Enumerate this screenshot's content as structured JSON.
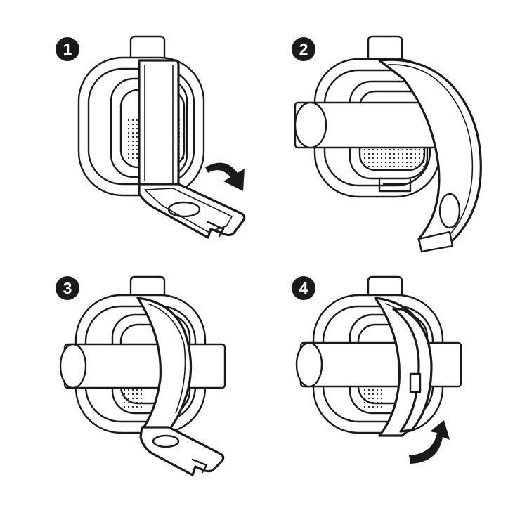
{
  "steps": [
    {
      "number": "1"
    },
    {
      "number": "2"
    },
    {
      "number": "3"
    },
    {
      "number": "4"
    }
  ],
  "colors": {
    "line": "#1a1a1a",
    "background": "#ffffff"
  },
  "icons": [
    "speaker-body",
    "strap",
    "bar",
    "curved-arrow"
  ]
}
